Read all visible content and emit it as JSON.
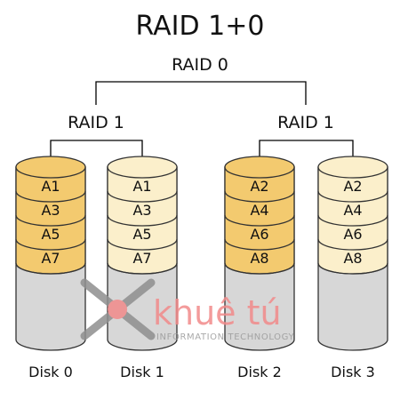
{
  "title": "RAID 1+0",
  "top_label": "RAID 0",
  "groups": [
    {
      "label": "RAID 1"
    },
    {
      "label": "RAID 1"
    }
  ],
  "disks": [
    {
      "name": "Disk 0",
      "blocks": [
        "A1",
        "A3",
        "A5",
        "A7"
      ],
      "shade": "dark"
    },
    {
      "name": "Disk 1",
      "blocks": [
        "A1",
        "A3",
        "A5",
        "A7"
      ],
      "shade": "light"
    },
    {
      "name": "Disk 2",
      "blocks": [
        "A2",
        "A4",
        "A6",
        "A8"
      ],
      "shade": "dark"
    },
    {
      "name": "Disk 3",
      "blocks": [
        "A2",
        "A4",
        "A6",
        "A8"
      ],
      "shade": "light"
    }
  ],
  "watermark": {
    "brand": "khuê tú",
    "tagline": "INFORMATION TECHNOLOGY"
  },
  "colors": {
    "block_dark": "#f3ca6f",
    "block_light": "#fbefcb",
    "disk_empty": "#d7d7d7",
    "watermark_red": "#f28a8a",
    "watermark_gray": "#9a9a9a"
  }
}
